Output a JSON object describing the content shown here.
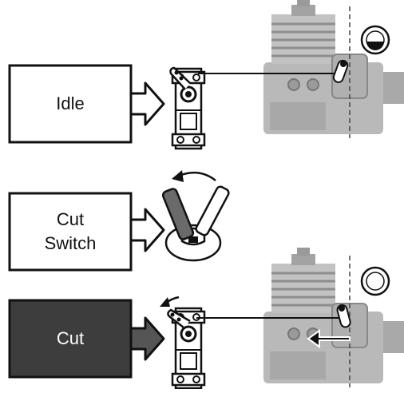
{
  "panels": [
    {
      "label": "Idle",
      "state": "idle",
      "box_fill": "#ffffff",
      "text_color": "#111111"
    },
    {
      "label": "Cut\nSwitch",
      "state": "switch",
      "box_fill": "#ffffff",
      "text_color": "#111111"
    },
    {
      "label": "Cut",
      "state": "cut",
      "box_fill": "#3d3d3d",
      "text_color": "#ffffff"
    }
  ],
  "colors": {
    "outline": "#111111",
    "engine_gray": "#b4b4b4",
    "engine_dark": "#8a8a8a",
    "cut_box": "#3d3d3d"
  }
}
